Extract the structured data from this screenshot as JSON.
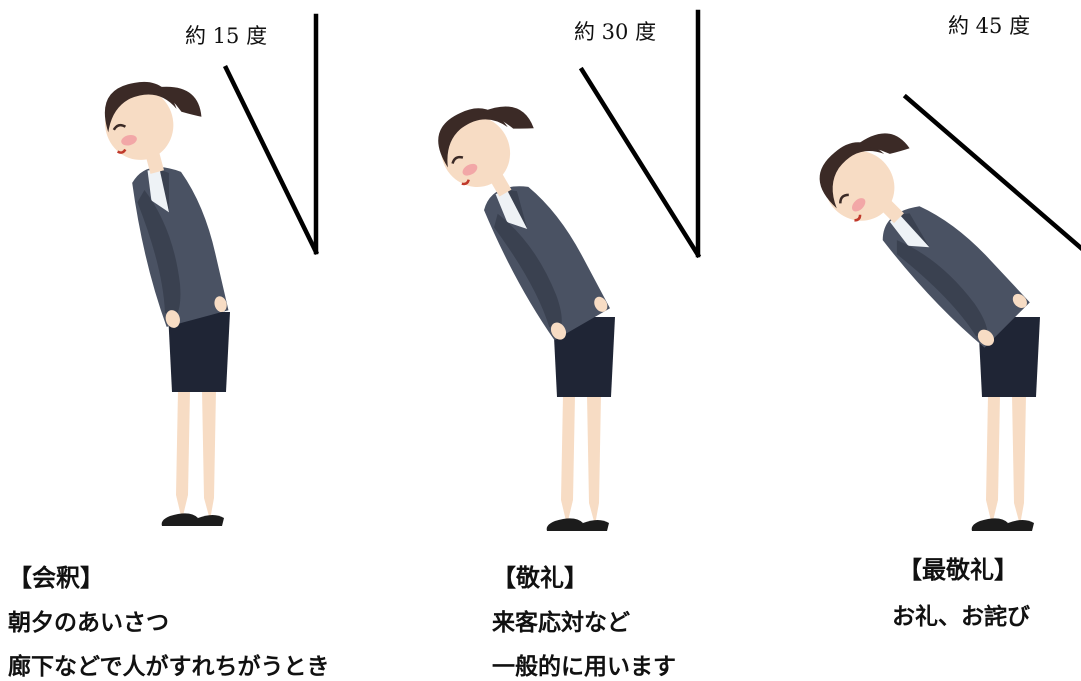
{
  "figures": [
    {
      "angle_label": "約 15 度",
      "title": "【会釈】",
      "lines": [
        "朝夕のあいさつ",
        "廊下などで人がすれちがうとき"
      ],
      "bow_angle_deg": 15
    },
    {
      "angle_label": "約 30 度",
      "title": "【敬礼】",
      "lines": [
        "来客応対など",
        "一般的に用います"
      ],
      "bow_angle_deg": 30
    },
    {
      "angle_label": "約 45 度",
      "title": "【最敬礼】",
      "lines": [
        "お礼、お詫び"
      ],
      "bow_angle_deg": 45
    }
  ],
  "colors": {
    "suit": "#4a5263",
    "suit_shadow": "#3a4150",
    "skirt": "#1f2535",
    "skin": "#f7dcc4",
    "hair": "#3b2a26",
    "blush": "#f2a7a7",
    "shoe": "#1c1c1c",
    "shirt": "#eef2f6",
    "line": "#000000"
  }
}
